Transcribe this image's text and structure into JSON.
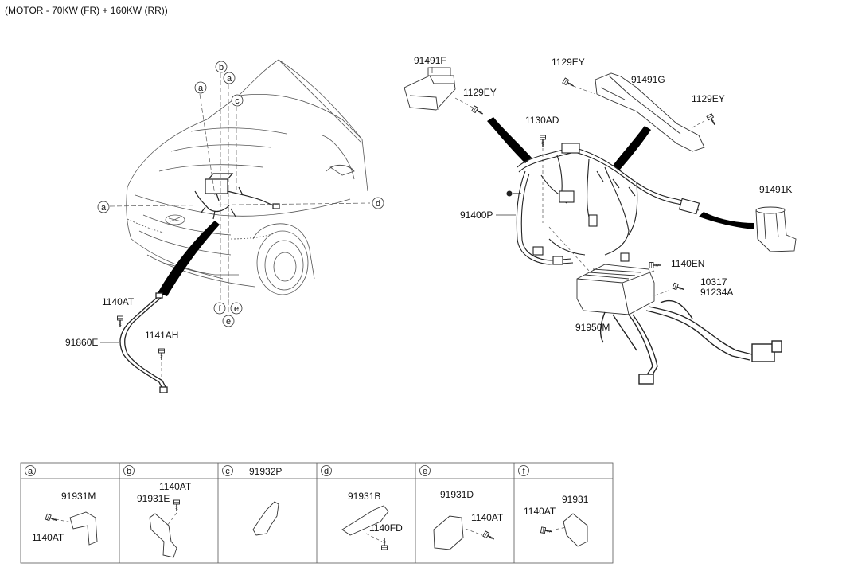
{
  "title": "(MOTOR - 70KW (FR) + 160KW (RR))",
  "callouts": {
    "p91491F": "91491F",
    "p1129EY_a": "1129EY",
    "p1129EY_b": "1129EY",
    "p1129EY_c": "1129EY",
    "p91491G": "91491G",
    "p1130AD": "1130AD",
    "p91491K": "91491K",
    "p91400P": "91400P",
    "p1140EN": "1140EN",
    "p10317": "10317",
    "p91234A": "91234A",
    "p91950M": "91950M",
    "p1140AT": "1140AT",
    "p91860E": "91860E",
    "p1141AH": "1141AH"
  },
  "view_markers": {
    "a_top": "a",
    "b_top": "b",
    "a_top2": "a",
    "c_top": "c",
    "a_left": "a",
    "d_right": "d",
    "f_bottom": "f",
    "e_bottom": "e",
    "e_bottom2": "e"
  },
  "detail_panels": [
    {
      "letter": "a",
      "parts": [
        "91931M",
        "1140AT"
      ]
    },
    {
      "letter": "b",
      "parts": [
        "1140AT",
        "91931E"
      ]
    },
    {
      "letter": "c",
      "parts": [
        "91932P"
      ]
    },
    {
      "letter": "d",
      "parts": [
        "91931B",
        "1140FD"
      ]
    },
    {
      "letter": "e",
      "parts": [
        "91931D",
        "1140AT"
      ]
    },
    {
      "letter": "f",
      "parts": [
        "1140AT",
        "91931"
      ]
    }
  ]
}
